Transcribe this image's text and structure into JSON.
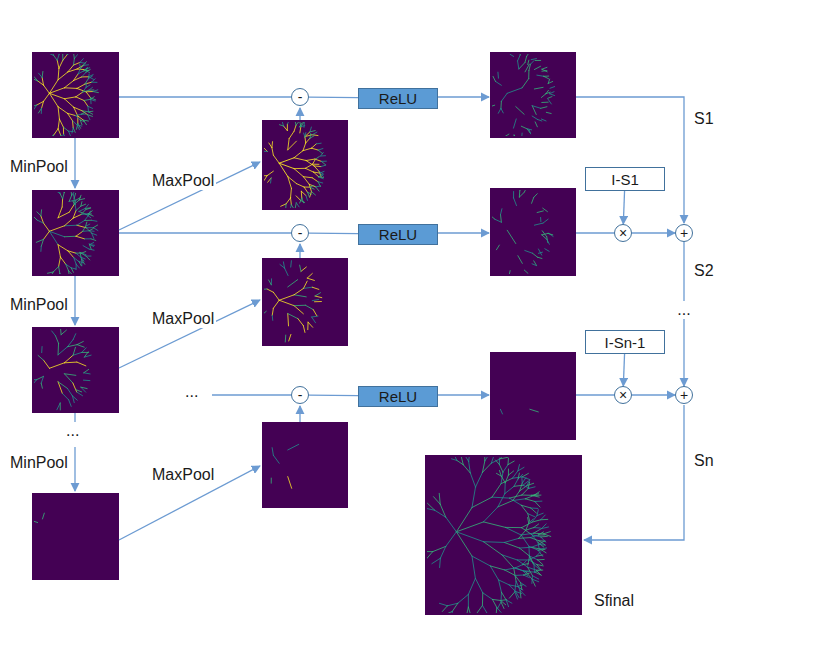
{
  "diagram": {
    "nodes": [
      {
        "text": [
          "-"
        ]
      },
      {
        "text": [
          "ReLU"
        ]
      },
      {
        "text": [
          "I-S1"
        ]
      },
      {
        "text": [
          "-"
        ]
      },
      {
        "text": [
          "ReLU"
        ]
      },
      {
        "text": [
          "×"
        ]
      },
      {
        "text": [
          "+"
        ]
      },
      {
        "text": [
          "I-Sn-1"
        ]
      },
      {
        "text": [
          "-"
        ]
      },
      {
        "text": [
          "ReLU"
        ]
      },
      {
        "text": [
          "×"
        ]
      },
      {
        "text": [
          "+"
        ]
      }
    ],
    "edges": [
      {
        "from": 0,
        "to": 1,
        "arrow": "none"
      },
      {
        "from": 3,
        "to": 4,
        "arrow": "none"
      },
      {
        "from": 8,
        "to": 9,
        "arrow": "none"
      },
      {
        "from": 2,
        "to": 5,
        "arrow": "to"
      },
      {
        "from": 5,
        "to": 6,
        "arrow": "to"
      },
      {
        "from": 7,
        "to": 10,
        "arrow": "to"
      },
      {
        "from": 10,
        "to": 11,
        "arrow": "to"
      },
      {
        "from": 6,
        "to": 11,
        "arrow": "to",
        "label": "..."
      }
    ],
    "labels": [
      "MinPool",
      "MinPool",
      "MinPool",
      "MaxPool",
      "MaxPool",
      "MaxPool",
      "S1",
      "S2",
      "Sn",
      "Sfinal",
      "...",
      "..."
    ]
  }
}
